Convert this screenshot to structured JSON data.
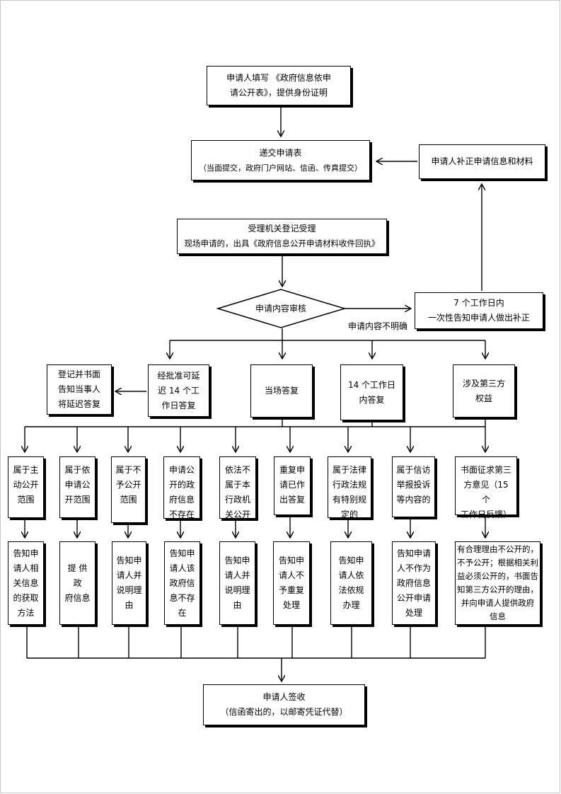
{
  "nodes": {
    "fill_form": [
      "申请人填写 《政府信息依申",
      "请公开表》，提供身份证明"
    ],
    "submit": [
      "递交申请表",
      "（当面提交，政府门户网站、信函、传真提交）"
    ],
    "correct": [
      "申请人补正申请信息和材料"
    ],
    "register": [
      "受理机关登记受理",
      "现场申请的，出具《政府信息公开申请材料收件回执》"
    ],
    "review": "申请内容审核",
    "unclear": "申请内容不明确",
    "notify7": [
      "7 个工作日内",
      "一次性告知申请人做出补正"
    ],
    "record_notify": [
      "登记并书面",
      "告知当事人",
      "将延迟答复"
    ],
    "extend": [
      "经批准可延",
      "迟 14 个工",
      "作日答复"
    ],
    "onsite": [
      "当场答复"
    ],
    "within14": [
      "14 个工作日",
      "内答复"
    ],
    "third_party": [
      "涉及第三方",
      "权益"
    ],
    "cat": [
      [
        "属于主",
        "动公开",
        "范围"
      ],
      [
        "属于依",
        "申请公",
        "开范围"
      ],
      [
        "属于不",
        "予公开",
        "范围"
      ],
      [
        "申请公",
        "开的政",
        "府信息",
        "不存在"
      ],
      [
        "依法不",
        "属于本",
        "行政机",
        "关公开"
      ],
      [
        "重复申",
        "请已作",
        "出答复"
      ],
      [
        "属于法律",
        "行政法规",
        "有特别规",
        "定的"
      ],
      [
        "属于信访",
        "举报投诉",
        "等内容的"
      ],
      [
        "书面征求第三",
        "方意见（15 个",
        "工作日反馈）"
      ]
    ],
    "res": [
      [
        "告知申",
        "请人相",
        "关信息",
        "的获取",
        "方法"
      ],
      [
        "提 供 政",
        "府信息"
      ],
      [
        "告知申",
        "请人并",
        "说明理",
        "由"
      ],
      [
        "告知申",
        "请人该",
        "政府信",
        "息不存",
        "在"
      ],
      [
        "告知申",
        "请人并",
        "说明理",
        "由"
      ],
      [
        "告知申",
        "请人不",
        "予重复",
        "处理"
      ],
      [
        "告知申",
        "请人依",
        "法依规",
        "办理"
      ],
      [
        "告知申请",
        "人不作为",
        "政府信息",
        "公开申请",
        "处理"
      ],
      [
        "有合理理由不公开的，",
        "不予公开；根据相关利",
        "益必须公开的，书面告",
        "知第三方公开的理由，",
        "并向申请人提供政府",
        "信息"
      ]
    ],
    "sign": [
      "申请人签收",
      "（信函寄出的，以邮寄凭证代替）"
    ]
  }
}
